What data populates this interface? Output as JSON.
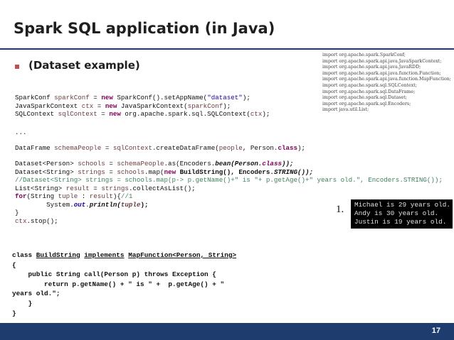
{
  "slide": {
    "title": "Spark SQL application (in Java)",
    "subtitle": "(Dataset example)",
    "page_number": "17",
    "imports": [
      "import org.apache.spark.SparkConf;",
      "import org.apache.spark.api.java.JavaSparkContext;",
      "import org.apache.spark.api.java.JavaRDD;",
      "import org.apache.spark.api.java.function.Function;",
      "import org.apache.spark.api.java.function.MapFunction;",
      "import org.apache.spark.sql.SQLContext;",
      "import org.apache.spark.sql.DataFrame;",
      "import org.apache.spark.sql.Dataset;",
      "import org.apache.spark.sql.Encoders;",
      "import java.util.List;"
    ],
    "code_block_1": {
      "line1": {
        "a": "SparkConf ",
        "b": "sparkConf",
        "c": " = ",
        "d": "new",
        "e": " SparkConf().setAppName(",
        "f": "\"dataset\"",
        "g": ");"
      },
      "line2": {
        "a": "JavaSparkContext ",
        "b": "ctx",
        "c": " = ",
        "d": "new",
        "e": " JavaSparkContext(",
        "f": "sparkConf",
        "g": ");"
      },
      "line3": {
        "a": "SQLContext ",
        "b": "sqlContext",
        "c": " = ",
        "d": "new",
        "e": " org.apache.spark.sql.SQLContext(",
        "f": "ctx",
        "g": ");"
      }
    },
    "ellipsis": "...",
    "code_block_2": {
      "a": "DataFrame ",
      "b": "schemaPeople",
      "c": " = ",
      "d": "sqlContext",
      "e": ".createDataFrame(",
      "f": "people",
      "g": ", Person.",
      "h": "class",
      "i": ");"
    },
    "code_block_3": {
      "l1": {
        "a": "Dataset<Person> ",
        "b": "schools",
        "c": " = ",
        "d": "schemaPeople",
        "e": ".as(Encoders.",
        "f": "bean(Person.",
        "g": "class",
        "h": "));"
      },
      "l2": {
        "a": "Dataset<String> ",
        "b": "strings",
        "c": " = ",
        "d": "schools",
        "e": ".map(",
        "f": "new",
        "g": " BuildString(), Encoders.",
        "h": "STRING());"
      },
      "l3": "//Dataset<String> strings = schools.map(p-> p.getName()+\" is \"+ p.getAge()+\" years old.\", Encoders.STRING());",
      "l4": {
        "a": "List<String> ",
        "b": "result",
        "c": " = ",
        "d": "strings",
        "e": ".collectAsList();"
      },
      "l5": {
        "a": "for",
        "b": "(String ",
        "c": "tuple",
        "d": " : ",
        "e": "result",
        "f": "){",
        "g": "//1"
      },
      "l6": {
        "indent": "        System.",
        "a": "out",
        "b": ".",
        "c": "println(",
        "d": "tuple",
        "e": ");"
      },
      "l7": "}",
      "l8": {
        "a": "ctx",
        "b": ".stop();"
      }
    },
    "code_block_4": {
      "l1": {
        "a": "class ",
        "b": "BuildString",
        "c": " ",
        "d": "implements",
        "e": " ",
        "f": "MapFunction<Person, String>"
      },
      "l2": "{",
      "l3": "    public String call(Person p) throws Exception {",
      "l4": "        return p.getName() + \" is \" +  p.getAge() + \"",
      "l5": "years old.\";",
      "l6": "    }",
      "l7": "}"
    },
    "output_label": "1.",
    "console_output": [
      "Michael is 29 years old.",
      "Andy is 30 years old.",
      "Justin is 19 years old."
    ]
  }
}
